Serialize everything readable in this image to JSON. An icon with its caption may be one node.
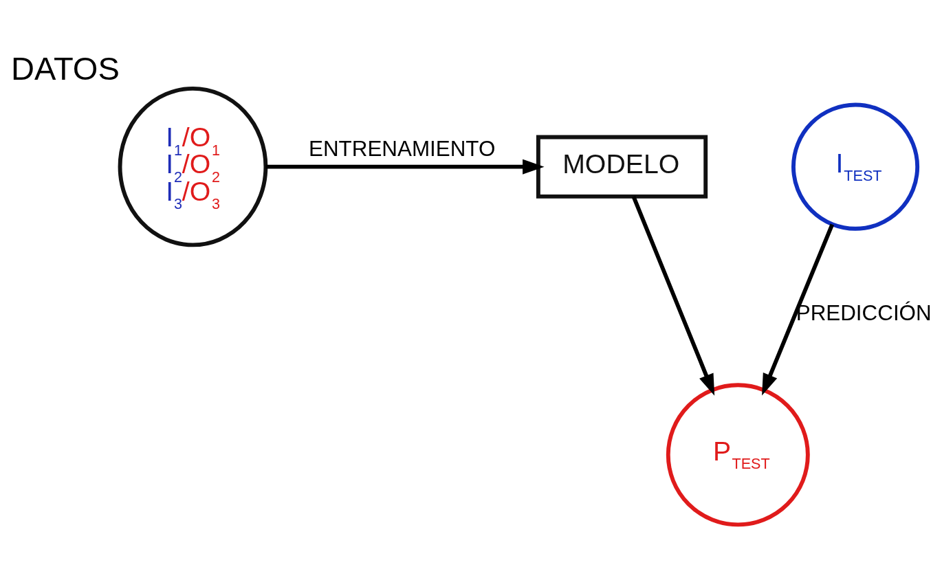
{
  "diagram": {
    "nodes": [
      {
        "text": [
          "I$_{1}$/O$_{1}$",
          "I$_{2}$/O$_{2}$",
          "I$_{3}$/O$_{3}$"
        ],
        "beside": [
          "DATOS"
        ]
      },
      {
        "text": [
          "MODELO"
        ]
      },
      {
        "text": [
          "I$_{TEST}$"
        ]
      },
      {
        "text": [
          "P$_{TEST}$"
        ]
      }
    ],
    "edges": [
      {
        "from": 0,
        "to": 1,
        "arrow": "to",
        "label": "ENTRENAMIENTO"
      },
      {
        "from": 1,
        "to": 3,
        "arrow": "to"
      },
      {
        "from": 2,
        "to": 3,
        "arrow": "to",
        "label": "PREDICCIÓN"
      }
    ]
  }
}
